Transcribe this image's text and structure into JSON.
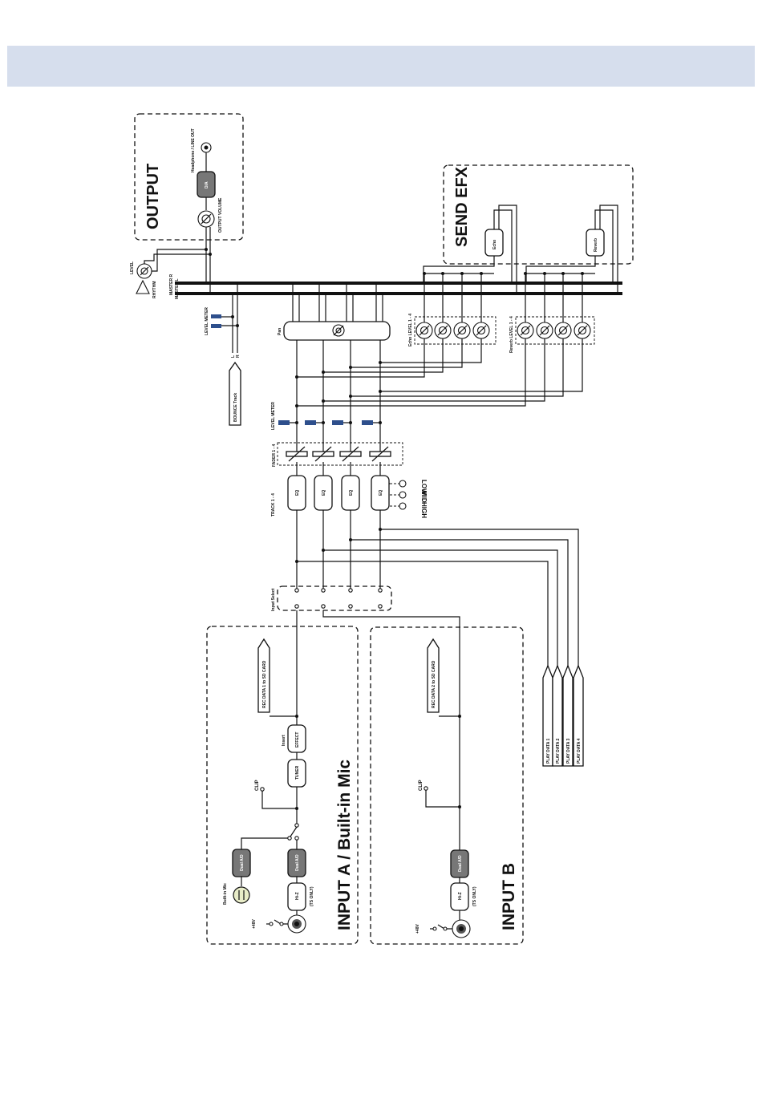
{
  "sections": {
    "output": "OUTPUT",
    "send_efx": "SEND EFX",
    "input_a": "INPUT A / Built-in Mic",
    "input_b": "INPUT B"
  },
  "output": {
    "headphone": "Headphone / LINE OUT",
    "da": "D/A",
    "volume": "OUTPUT VOLUME"
  },
  "rhythm": {
    "level": "LEVEL",
    "rhythm": "RHYTHM"
  },
  "master": {
    "r": "MASTER R",
    "l": "MASTER L"
  },
  "bounce": {
    "meter": "LEVEL METER",
    "l": "L",
    "r": "R",
    "track": "BOUNCE Track"
  },
  "mixer": {
    "pan": "Pan",
    "echo_level": "Echo LEVEL 1 - 4",
    "reverb_level": "Reverb LEVEL 1 - 4",
    "level_meter": "LEVEL METER",
    "fader": "FADER 1 - 4",
    "track": "TRACK 1 - 4",
    "eq": "EQ",
    "eq_low": "LOW",
    "eq_mid": "MID",
    "eq_high": "HIGH",
    "input_select": "Input Select"
  },
  "efx": {
    "echo": "Echo",
    "reverb": "Reverb"
  },
  "play_data": [
    "PLAY DATA 1",
    "PLAY DATA 2",
    "PLAY DATA 3",
    "PLAY DATA 4"
  ],
  "input_a": {
    "rec": "REC DATA 1 to SD CARD",
    "insert": "Insert",
    "effect": "EFFECT",
    "tuner": "TUNER",
    "clip": "CLIP",
    "mic": "Built-in Mic",
    "dual_ad": "Dual A/D",
    "hiz": "Hi-Z",
    "ts": "(TS ONLY)",
    "phantom": "+48V"
  },
  "input_b": {
    "rec": "REC DATA 2 to SD CARD",
    "clip": "CLIP",
    "dual_ad": "Dual A/D",
    "hiz": "Hi-Z",
    "ts": "(TS ONLY)",
    "phantom": "+48V"
  },
  "colors": {
    "band": "#d6deed",
    "meter": "#2e4f8c",
    "ad_box": "#777777"
  }
}
